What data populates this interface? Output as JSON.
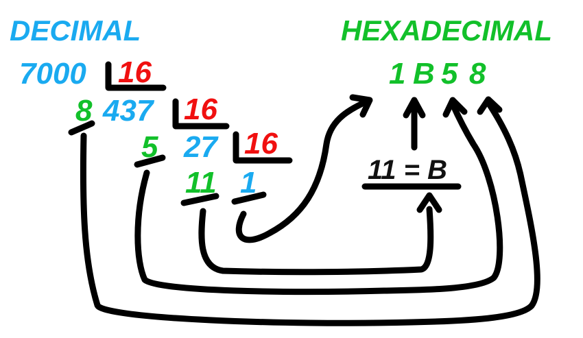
{
  "colors": {
    "decimal": "#1aaaf0",
    "hexadecimal": "#12c02a",
    "divisor": "#f01010",
    "remainder": "#12c02a",
    "annotation": "#111111",
    "stroke": "#000000",
    "background": "#ffffff"
  },
  "headings": {
    "decimal": "DECIMAL",
    "hexadecimal": "HEXADECIMAL"
  },
  "division": {
    "dividend": "7000",
    "divisor_1": "16",
    "remainder_1": "8",
    "quotient_1": "437",
    "divisor_2": "16",
    "remainder_2": "5",
    "quotient_2": "27",
    "divisor_3": "16",
    "remainder_3": "11",
    "quotient_3": "1"
  },
  "result": {
    "digit_1": "1",
    "digit_2": "B",
    "digit_3": "5",
    "digit_4": "8"
  },
  "conversion": {
    "note": "11 = B"
  }
}
